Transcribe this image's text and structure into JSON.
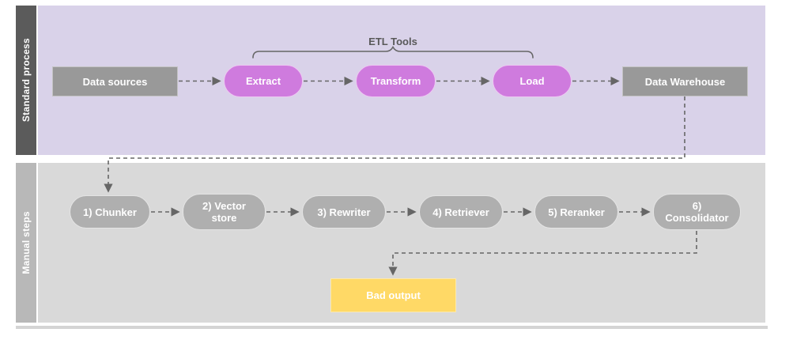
{
  "diagram": {
    "title_annotation": {
      "label": "ETL Tools"
    },
    "lanes": [
      {
        "id": "standard-process",
        "label": "Standard process"
      },
      {
        "id": "manual-steps",
        "label": "Manual steps"
      }
    ],
    "nodes": {
      "data_sources": {
        "label": "Data sources",
        "shape": "rectangle",
        "lane": "standard-process"
      },
      "extract": {
        "label": "Extract",
        "shape": "pill",
        "lane": "standard-process"
      },
      "transform": {
        "label": "Transform",
        "shape": "pill",
        "lane": "standard-process"
      },
      "load": {
        "label": "Load",
        "shape": "pill",
        "lane": "standard-process"
      },
      "data_warehouse": {
        "label": "Data Warehouse",
        "shape": "rectangle",
        "lane": "standard-process"
      },
      "chunker": {
        "label": "1) Chunker",
        "shape": "pill",
        "lane": "manual-steps"
      },
      "vector_store": {
        "label": "2) Vector store",
        "shape": "pill",
        "lane": "manual-steps"
      },
      "rewriter": {
        "label": "3) Rewriter",
        "shape": "pill",
        "lane": "manual-steps"
      },
      "retriever": {
        "label": "4) Retriever",
        "shape": "pill",
        "lane": "manual-steps"
      },
      "reranker": {
        "label": "5) Reranker",
        "shape": "pill",
        "lane": "manual-steps"
      },
      "consolidator": {
        "label": "6) Consolidator",
        "shape": "pill",
        "lane": "manual-steps"
      },
      "bad_output": {
        "label": "Bad output",
        "shape": "rectangle",
        "lane": "manual-steps"
      }
    },
    "edges": [
      {
        "from": "data_sources",
        "to": "extract",
        "style": "dashed-arrow"
      },
      {
        "from": "extract",
        "to": "transform",
        "style": "dashed-arrow"
      },
      {
        "from": "transform",
        "to": "load",
        "style": "dashed-arrow"
      },
      {
        "from": "load",
        "to": "data_warehouse",
        "style": "dashed-arrow"
      },
      {
        "from": "data_warehouse",
        "to": "chunker",
        "style": "dashed-arrow"
      },
      {
        "from": "chunker",
        "to": "vector_store",
        "style": "dashed-arrow"
      },
      {
        "from": "vector_store",
        "to": "rewriter",
        "style": "dashed-arrow"
      },
      {
        "from": "rewriter",
        "to": "retriever",
        "style": "dashed-arrow"
      },
      {
        "from": "retriever",
        "to": "reranker",
        "style": "dashed-arrow"
      },
      {
        "from": "reranker",
        "to": "consolidator",
        "style": "dashed-arrow"
      },
      {
        "from": "consolidator",
        "to": "bad_output",
        "style": "dashed-arrow"
      }
    ],
    "colors": {
      "lane_standard_bg": "#d9d2e9",
      "lane_standard_bar": "#5b5b5b",
      "lane_manual_bg": "#d9d9d9",
      "lane_manual_bar": "#b8b8b8",
      "etl_pill": "#cf7bde",
      "gray_node": "#999999",
      "manual_pill": "#afafaf",
      "bad_output_fill": "#ffd966",
      "connector": "#666666",
      "annotation_text": "#595959"
    }
  }
}
